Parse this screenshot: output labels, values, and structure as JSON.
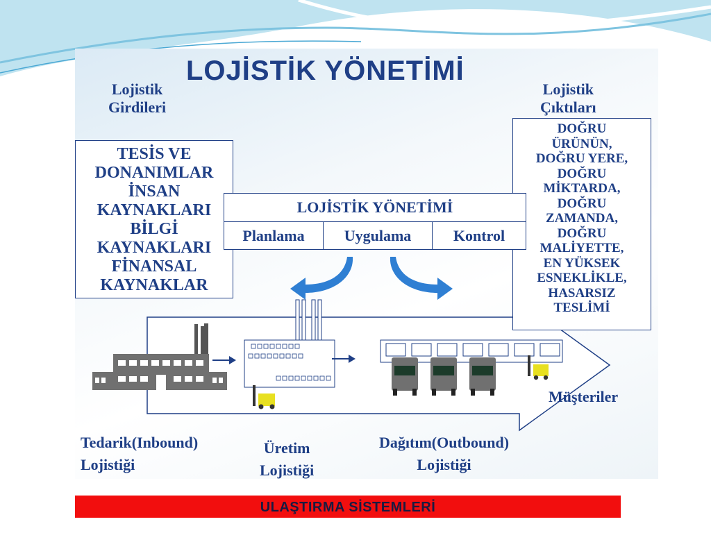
{
  "title": "LOJİSTİK YÖNETİMİ",
  "inputs_heading": [
    "Lojistik",
    "Girdileri"
  ],
  "outputs_heading": [
    "Lojistik",
    "Çıktıları"
  ],
  "inputs": [
    "TESİS VE",
    "DONANIMLAR",
    "İNSAN",
    "KAYNAKLARI",
    "BİLGİ",
    "KAYNAKLARI",
    "FİNANSAL",
    "KAYNAKLAR"
  ],
  "management": {
    "title": "LOJİSTİK YÖNETİMİ",
    "steps": [
      "Planlama",
      "Uygulama",
      "Kontrol"
    ]
  },
  "outputs": [
    "DOĞRU",
    "ÜRÜNÜN,",
    "DOĞRU YERE,",
    "DOĞRU",
    "MİKTARDA,",
    "DOĞRU",
    "ZAMANDA,",
    "DOĞRU",
    "MALİYETTE,",
    "EN YÜKSEK",
    "ESNEKLİKLE,",
    "HASARSIZ",
    "TESLİMİ"
  ],
  "customers": "Müşteriler",
  "stages": {
    "inbound": [
      "Tedarik(Inbound)",
      "Lojistiği"
    ],
    "production": [
      "Üretim",
      "Lojistiği"
    ],
    "outbound": [
      "Dağıtım(Outbound)",
      "Lojistiği"
    ]
  },
  "footer": "ULAŞTIRMA SİSTEMLERİ",
  "colors": {
    "text": "#1f3f86",
    "arrow": "#2f7fd3",
    "banner": "#f20e0e"
  }
}
